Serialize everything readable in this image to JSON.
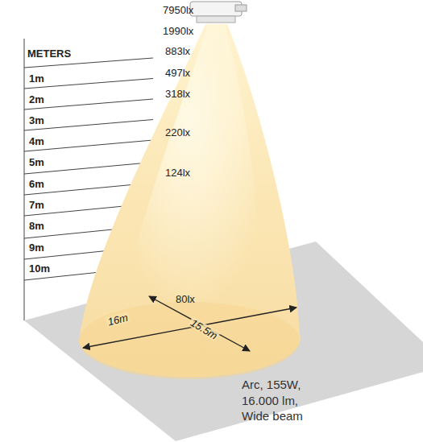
{
  "diagram": {
    "caption": "Arc, 155W, 16.000 lm, Wide beam",
    "labels": [
      "METERS",
      "1m",
      "2m",
      "3m",
      "4m",
      "5m",
      "6m",
      "7m",
      "8m",
      "9m",
      "10m",
      "7950lx",
      "1990lx",
      "883lx",
      "497lx",
      "318lx",
      "220lx",
      "124lx",
      "80lx",
      "16m",
      "15.5m"
    ]
  }
}
